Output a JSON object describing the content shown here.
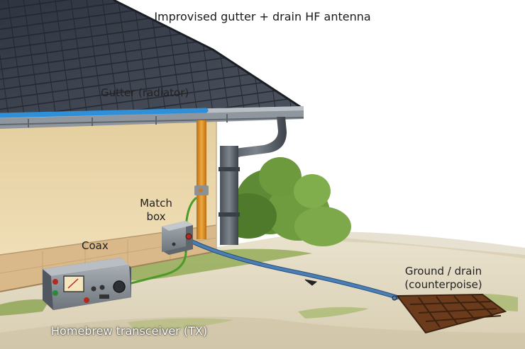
{
  "diagram": {
    "title": "Improvised gutter + drain HF antenna",
    "labels": {
      "gutter": "Gutter (radiator)",
      "match_box_line1": "Match",
      "match_box_line2": "box",
      "coax": "Coax",
      "ground_line1": "Ground / drain",
      "ground_line2": "(counterpoise)",
      "transceiver": "Homebrew transceiver (TX)"
    },
    "colors": {
      "gutter_highlight": "#2f8fd8",
      "coax_cable": "#4a7fb5",
      "orange_pipe": "#e0952a",
      "green_wire": "#4c9a2a",
      "roof": "#3e4550",
      "wall": "#f1ddb4"
    },
    "icons": [
      "meter-icon",
      "knob-icon",
      "connector-icon",
      "grate-icon"
    ]
  }
}
